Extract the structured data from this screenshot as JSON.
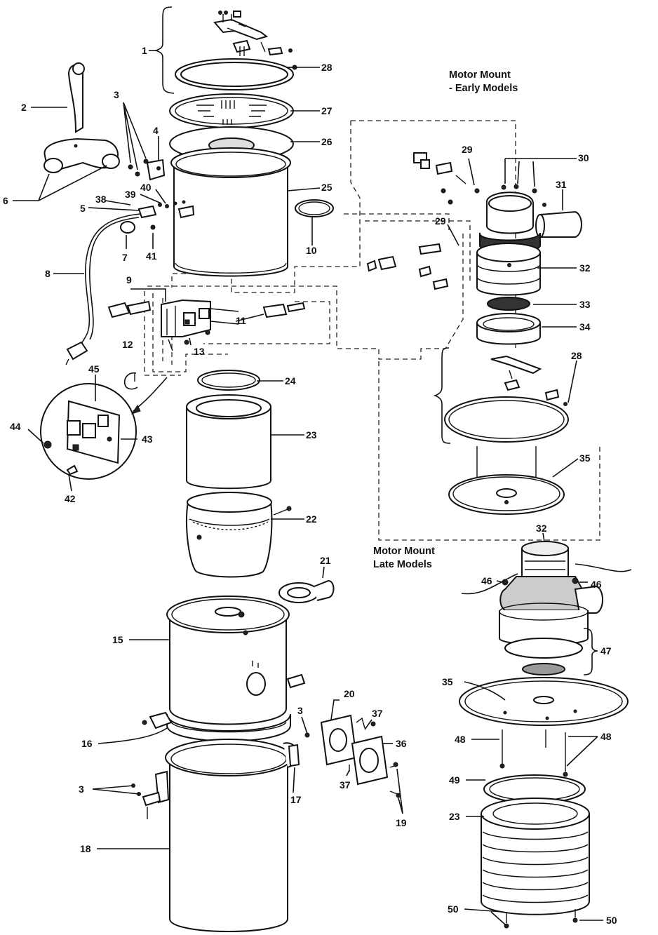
{
  "headings": {
    "early_line1": "Motor Mount",
    "early_line2": "- Early Models",
    "late_line1": "Motor Mount",
    "late_line2": "Late Models"
  },
  "callouts": {
    "c1": "1",
    "c2": "2",
    "c3": "3",
    "c4": "4",
    "c5": "5",
    "c6": "6",
    "c7": "7",
    "c8": "8",
    "c9": "9",
    "c10": "10",
    "c11": "11",
    "c12": "12",
    "c13": "13",
    "c15": "15",
    "c16": "16",
    "c17": "17",
    "c18": "18",
    "c19": "19",
    "c20": "20",
    "c21": "21",
    "c22": "22",
    "c23": "23",
    "c24": "24",
    "c25": "25",
    "c26": "26",
    "c27": "27",
    "c28": "28",
    "c29": "29",
    "c30": "30",
    "c31": "31",
    "c32": "32",
    "c33": "33",
    "c34": "34",
    "c35": "35",
    "c36": "36",
    "c37": "37",
    "c38": "38",
    "c39": "39",
    "c40": "40",
    "c41": "41",
    "c42": "42",
    "c43": "43",
    "c44": "44",
    "c45": "45",
    "c46": "46",
    "c47": "47",
    "c48": "48",
    "c49": "49",
    "c50": "50"
  }
}
